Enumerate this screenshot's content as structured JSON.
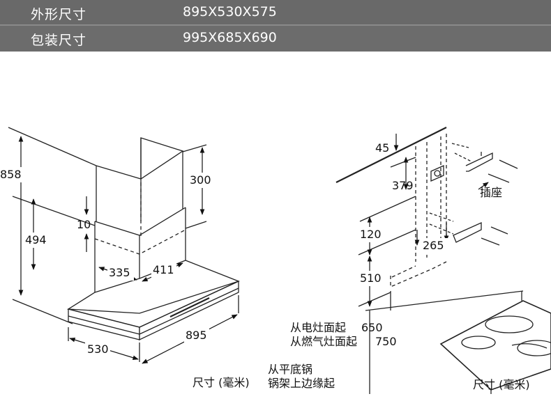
{
  "specs": [
    {
      "label": "外形尺寸",
      "value": "895X530X575"
    },
    {
      "label": "包装尺寸",
      "value": "995X685X690"
    }
  ],
  "left_diagram": {
    "dims": {
      "d858": "858",
      "d494": "494",
      "d10": "10",
      "d300": "300",
      "d335": "335",
      "d411": "411",
      "d530": "530",
      "d895": "895"
    },
    "unit_label": "尺寸 (毫米)"
  },
  "right_diagram": {
    "dims": {
      "d45": "45",
      "d379": "379",
      "d120": "120",
      "d265": "265",
      "d510": "510"
    },
    "socket_label": "插座",
    "height_notes": [
      {
        "text": "从电灶面起",
        "value": "650"
      },
      {
        "text": "从燃气灶面起",
        "value": "750"
      }
    ],
    "wok_note": [
      "从平底锅",
      "锅架上边缘起"
    ],
    "unit_label": "尺寸 (毫米)"
  }
}
